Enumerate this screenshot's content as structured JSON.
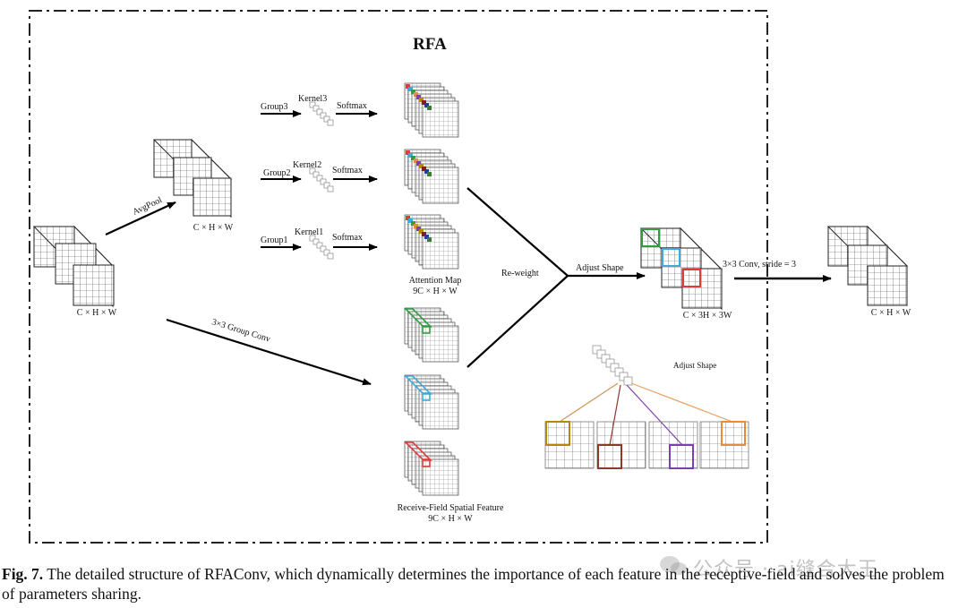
{
  "diagram": {
    "title": "RFA",
    "groups": [
      "Group3",
      "Group2",
      "Group1"
    ],
    "kernels": [
      "Kernel3",
      "Kernel2",
      "Kernel1"
    ],
    "softmax_label": "Softmax",
    "avgpool_label": "AvgPool",
    "input_dims": "C × H × W",
    "pooled_dims": "C × H × W",
    "attention_map_label": "Attention Map",
    "attention_map_dims": "9C × H × W",
    "group_conv_label": "3×3 Group Conv",
    "rf_feature_label": "Receive-Field Spatial Feature",
    "rf_feature_dims": "9C × H × W",
    "reweight_label": "Re-weight",
    "adjust_shape_label": "Adjust Shape",
    "adjusted_dims": "C × 3H × 3W",
    "conv_label": "3×3 Conv, stride = 3",
    "output_dims": "C × H × W",
    "adjust_shape_detail_label": "Adjust Shape",
    "colors": {
      "green": "#2e9e3e",
      "blue": "#3fa9d9",
      "red": "#e03a3a",
      "brown": "#a0522d",
      "purple": "#7a3fb0",
      "orange": "#e88b3a",
      "gold": "#b8860b",
      "dark_red": "#8b1a1a"
    }
  },
  "caption": {
    "label": "Fig. 7.",
    "text": " The detailed structure of RFAConv, which dynamically determines the importance of each feature in the receptive-field and solves the problem of parameters sharing."
  },
  "watermark": {
    "text": "公众号 · ai缝合大王",
    "icon": "wechat-icon"
  }
}
